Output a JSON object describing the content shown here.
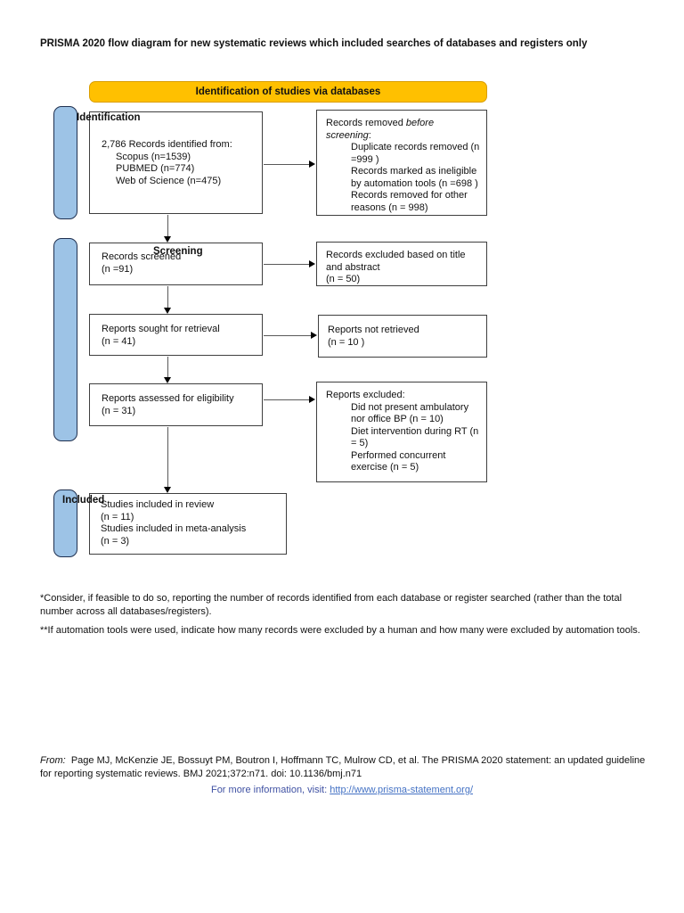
{
  "page": {
    "title": "PRISMA 2020 flow diagram for new systematic reviews which included searches of databases and registers only"
  },
  "banner": {
    "label": "Identification of studies via databases"
  },
  "colors": {
    "banner_fill": "#FFC000",
    "banner_border": "#DA9E00",
    "sidebar_fill": "#9DC3E6",
    "link_blue": "#4472C4"
  },
  "sections": {
    "identification": "Identification",
    "screening": "Screening",
    "included": "Included"
  },
  "boxes": {
    "records_identified": {
      "title": "2,786 Records identified from:",
      "items": [
        "Scopus (n=1539)",
        "PUBMED (n=774)",
        "Web of Science (n=475)"
      ]
    },
    "records_removed": {
      "prefix": "Records removed ",
      "italic": "before screening",
      "suffix": ":",
      "items": [
        "Duplicate records removed (n =999 )",
        "Records marked as ineligible by automation tools (n =698 )",
        "Records removed for other reasons (n = 998)"
      ]
    },
    "records_screened": {
      "lines": [
        "Records screened",
        "(n =91)"
      ]
    },
    "records_excluded_title_abstract": {
      "text": "Records excluded based on title and abstract",
      "count": "(n = 50)"
    },
    "reports_sought": {
      "lines": [
        "Reports sought for retrieval",
        "(n = 41)"
      ]
    },
    "reports_not_retrieved": {
      "lines": [
        "Reports not retrieved",
        "(n = 10 )"
      ]
    },
    "reports_assessed": {
      "lines": [
        "Reports assessed for eligibility",
        "(n = 31)"
      ]
    },
    "reports_excluded": {
      "title": "Reports excluded:",
      "items": [
        "Did not present ambulatory nor office BP (n = 10)",
        "Diet intervention during RT (n = 5)",
        "Performed concurrent exercise (n = 5)"
      ]
    },
    "studies_included": {
      "lines": [
        "Studies included in review",
        "(n = 11)",
        "Studies included in meta-analysis",
        "(n = 3)"
      ]
    }
  },
  "footnotes": {
    "first": "*Consider, if feasible to do so, reporting the number of records identified from each database or register searched (rather than the total number across all databases/registers).",
    "second": "**If automation tools were used, indicate how many records were excluded by a human and how many were excluded by automation tools."
  },
  "citation": {
    "from_label": "From:",
    "text": "  Page MJ, McKenzie JE, Bossuyt PM, Boutron I, Hoffmann TC, Mulrow CD, et al. The PRISMA 2020 statement: an updated guideline for reporting systematic reviews. BMJ 2021;372:n71. doi: 10.1136/bmj.n71",
    "more_info_prefix": "For more information, visit: ",
    "link_text": "http://www.prisma-statement.org/"
  }
}
